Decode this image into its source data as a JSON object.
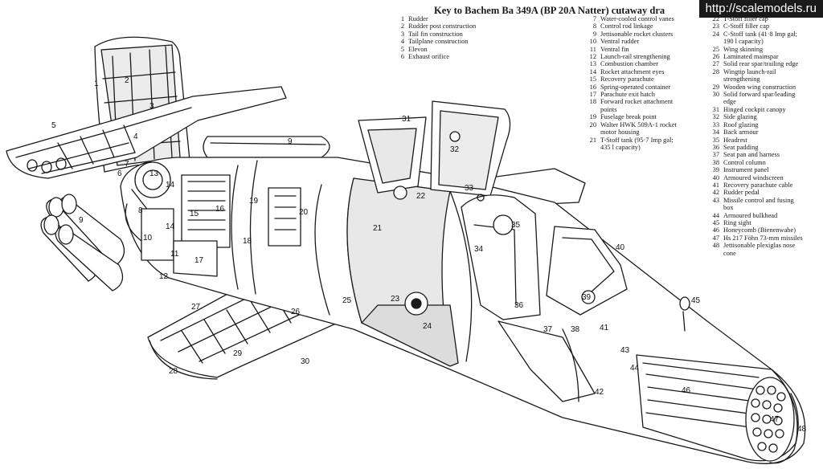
{
  "title": "Key to Bachem Ba 349A  (BP 20A Natter) cutaway dra",
  "watermark": "http://scalemodels.ru",
  "key_columns": [
    [
      {
        "num": "1",
        "text": "Rudder"
      },
      {
        "num": "2",
        "text": "Rudder post construction"
      },
      {
        "num": "3",
        "text": "Tail fin construction"
      },
      {
        "num": "4",
        "text": "Tailplane construction"
      },
      {
        "num": "5",
        "text": "Elevon"
      },
      {
        "num": "6",
        "text": "Exhaust orifice"
      }
    ],
    [
      {
        "num": "7",
        "text": "Water-cooled control vanes"
      },
      {
        "num": "8",
        "text": "Control rod linkage"
      },
      {
        "num": "9",
        "text": "Jettisonable rocket clusters"
      },
      {
        "num": "10",
        "text": "Ventral rudder"
      },
      {
        "num": "11",
        "text": "Ventral fin"
      },
      {
        "num": "12",
        "text": "Launch-rail strengthening"
      },
      {
        "num": "13",
        "text": "Combustion chamber"
      },
      {
        "num": "14",
        "text": "Rocket attachment eyes"
      },
      {
        "num": "15",
        "text": "Recovery parachute"
      },
      {
        "num": "16",
        "text": "Spring-operated container"
      },
      {
        "num": "17",
        "text": "Parachute exit hatch"
      },
      {
        "num": "18",
        "text": "Forward rocket attachment"
      },
      {
        "num": "",
        "text": "points"
      },
      {
        "num": "19",
        "text": "Fuselage break point"
      },
      {
        "num": "20",
        "text": "Walter HWK 509A-1 rocket"
      },
      {
        "num": "",
        "text": "motor housing"
      },
      {
        "num": "21",
        "text": "T-Stoff tank (95·7 Imp gal;"
      },
      {
        "num": "",
        "text": "435 l capacity)"
      }
    ],
    [
      {
        "num": "22",
        "text": "T-Stoff filler cap"
      },
      {
        "num": "23",
        "text": "C-Stoff filler cap"
      },
      {
        "num": "24",
        "text": "C-Stoff tank (41·8 Imp gal;"
      },
      {
        "num": "",
        "text": "190 l capacity)"
      },
      {
        "num": "25",
        "text": "Wing skinning"
      },
      {
        "num": "26",
        "text": "Laminated mainspar"
      },
      {
        "num": "27",
        "text": "Solid rear spar/trailing edge"
      },
      {
        "num": "28",
        "text": "Wingtip launch-rail"
      },
      {
        "num": "",
        "text": "strengthening"
      },
      {
        "num": "29",
        "text": "Wooden wing construction"
      },
      {
        "num": "30",
        "text": "Solid forward spar/leading"
      },
      {
        "num": "",
        "text": "edge"
      },
      {
        "num": "31",
        "text": "Hinged cockpit canopy"
      },
      {
        "num": "32",
        "text": "Side glazing"
      },
      {
        "num": "33",
        "text": "Roof glazing"
      },
      {
        "num": "34",
        "text": "Back armour"
      },
      {
        "num": "35",
        "text": "Headrest"
      },
      {
        "num": "36",
        "text": "Seat padding"
      },
      {
        "num": "37",
        "text": "Seat pan and harness"
      },
      {
        "num": "38",
        "text": "Control column"
      },
      {
        "num": "39",
        "text": "Instrument panel"
      },
      {
        "num": "40",
        "text": "Armoured windscreen"
      },
      {
        "num": "41",
        "text": "Recovery parachute cable"
      },
      {
        "num": "42",
        "text": "Rudder pedal"
      },
      {
        "num": "43",
        "text": "Missile control and fusing"
      },
      {
        "num": "",
        "text": "box"
      },
      {
        "num": "44",
        "text": "Armoured bulkhead"
      },
      {
        "num": "45",
        "text": "Ring sight"
      },
      {
        "num": "46",
        "text": "Honeycomb (Bienenwabe)"
      },
      {
        "num": "47",
        "text": "Hs 217 Föhn 73-mm missiles"
      },
      {
        "num": "48",
        "text": "Jettisonable plexiglas nose"
      },
      {
        "num": "",
        "text": "cone"
      }
    ]
  ],
  "callouts": [
    {
      "label": "1"
    },
    {
      "label": "2"
    },
    {
      "label": "3"
    },
    {
      "label": "4"
    },
    {
      "label": "5"
    },
    {
      "label": "6"
    },
    {
      "label": "7"
    },
    {
      "label": "8"
    },
    {
      "label": "9"
    },
    {
      "label": "9"
    },
    {
      "label": "10"
    },
    {
      "label": "11"
    },
    {
      "label": "12"
    },
    {
      "label": "13"
    },
    {
      "label": "14"
    },
    {
      "label": "14"
    },
    {
      "label": "15"
    },
    {
      "label": "16"
    },
    {
      "label": "17"
    },
    {
      "label": "18"
    },
    {
      "label": "19"
    },
    {
      "label": "20"
    },
    {
      "label": "21"
    },
    {
      "label": "22"
    },
    {
      "label": "23"
    },
    {
      "label": "24"
    },
    {
      "label": "25"
    },
    {
      "label": "26"
    },
    {
      "label": "27"
    },
    {
      "label": "28"
    },
    {
      "label": "29"
    },
    {
      "label": "30"
    },
    {
      "label": "31"
    },
    {
      "label": "32"
    },
    {
      "label": "33"
    },
    {
      "label": "34"
    },
    {
      "label": "35"
    },
    {
      "label": "36"
    },
    {
      "label": "37"
    },
    {
      "label": "38"
    },
    {
      "label": "39"
    },
    {
      "label": "40"
    },
    {
      "label": "41"
    },
    {
      "label": "42"
    },
    {
      "label": "43"
    },
    {
      "label": "44"
    },
    {
      "label": "45"
    },
    {
      "label": "46"
    },
    {
      "label": "47"
    },
    {
      "label": "48"
    }
  ],
  "colors": {
    "ink": "#1a1a1a",
    "paper": "#ffffff",
    "tint": "#e4e4e4"
  }
}
